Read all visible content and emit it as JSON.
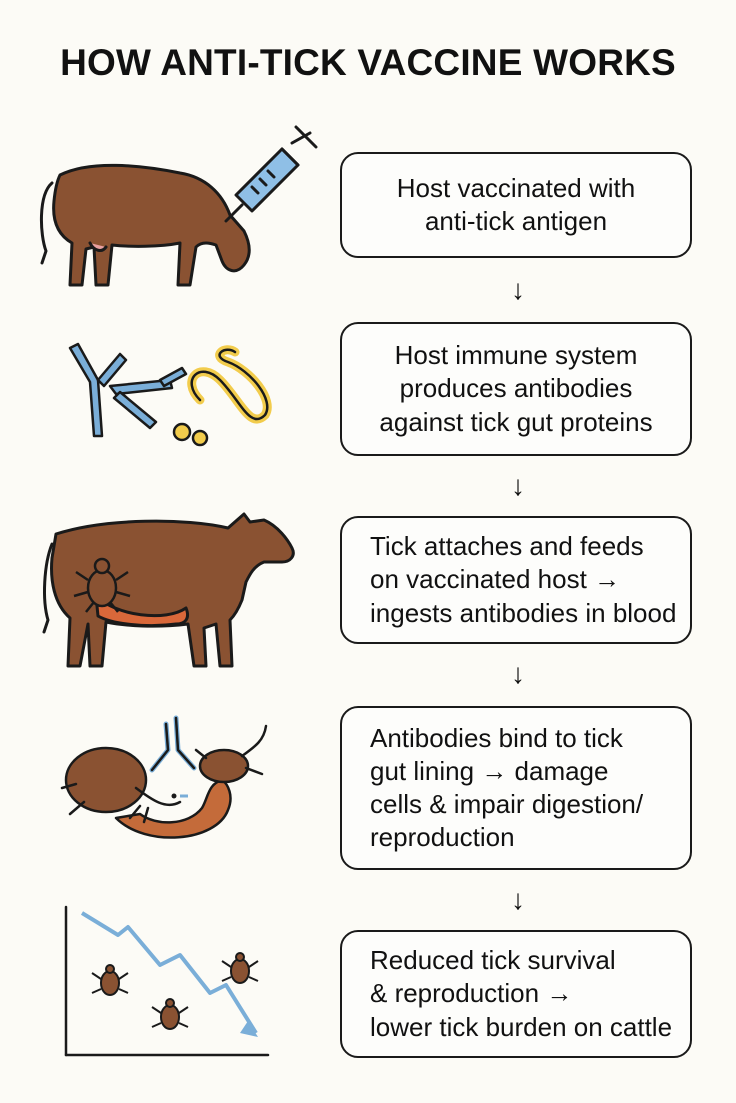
{
  "title": "HOW ANTI-TICK VACCINE WORKS",
  "steps": [
    {
      "text": "Host vaccinated with\nanti-tick antigen",
      "icon": "cow-syringe-icon"
    },
    {
      "text": "Host immune system\nproduces antibodies\nagainst tick gut proteins",
      "icon": "antibodies-icon"
    },
    {
      "text": "Tick attaches and feeds\non vaccinated host →\ningests antibodies in blood",
      "icon": "cow-tick-icon"
    },
    {
      "text": "Antibodies bind to tick\ngut lining → damage\ncells & impair digestion/\nreproduction",
      "icon": "tick-gut-icon"
    },
    {
      "text": "Reduced tick survival\n& reproduction →\nlower tick burden on cattle",
      "icon": "declining-ticks-chart-icon"
    }
  ],
  "arrow_glyph": "↓",
  "colors": {
    "cow": "#8a5232",
    "antibody_blue": "#7aaed8",
    "yellow": "#f2cc4c",
    "blood": "#d9683a"
  }
}
